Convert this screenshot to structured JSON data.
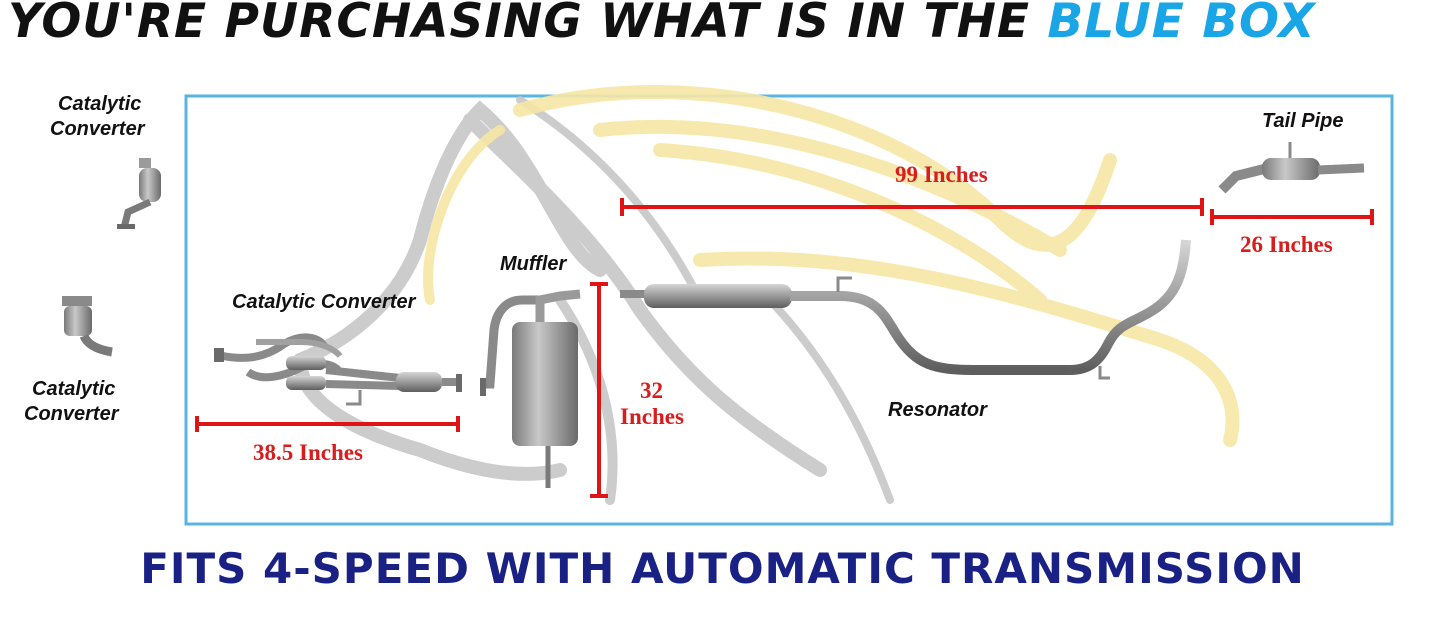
{
  "header": {
    "title_main": "YOU'RE PURCHASING WHAT IS IN THE ",
    "title_highlight": "BLUE BOX"
  },
  "side_parts": {
    "top_label_line1": "Catalytic",
    "top_label_line2": "Converter",
    "bottom_label_line1": "Catalytic",
    "bottom_label_line2": "Converter"
  },
  "parts": {
    "catalytic_converter": "Catalytic Converter",
    "muffler": "Muffler",
    "resonator": "Resonator",
    "tail_pipe": "Tail Pipe"
  },
  "measurements": {
    "front_section": "38.5 Inches",
    "muffler_height_line1": "32",
    "muffler_height_line2": "Inches",
    "resonator_section": "99 Inches",
    "tail_pipe_section": "26 Inches"
  },
  "footer": {
    "fitment": "FITS 4-SPEED WITH AUTOMATIC TRANSMISSION"
  },
  "colors": {
    "box_border": "#5ab4e0",
    "highlight_blue": "#1aa6e6",
    "dimension_red": "#e01414",
    "footer_navy": "#1a2185",
    "watermark_gray": "#c4c4c4",
    "watermark_yellow": "#f7e7a6",
    "pipe_gray": "#8a8a8a"
  }
}
